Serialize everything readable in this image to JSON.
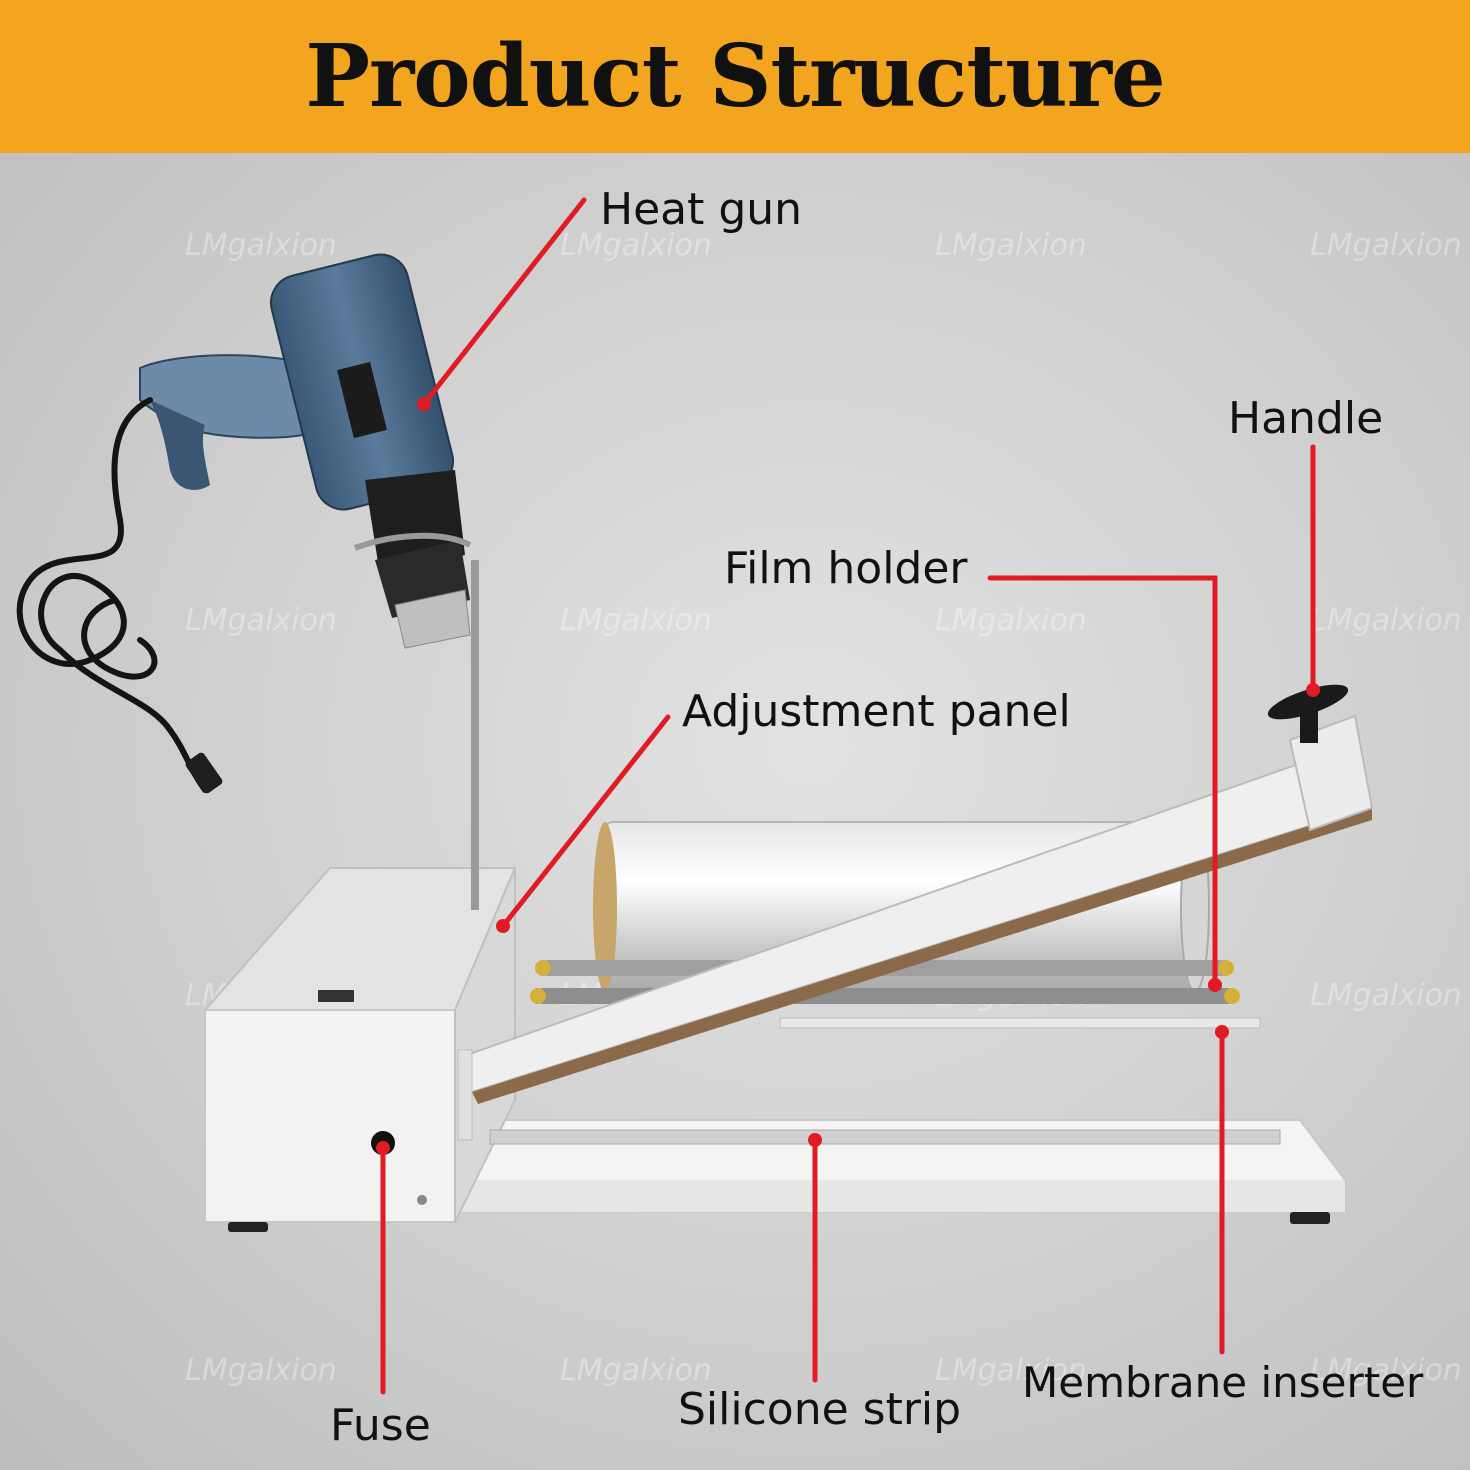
{
  "title": "Product Structure",
  "colors": {
    "banner": "#f4a520",
    "leader_line": "#e01b24",
    "machine_body": "#f3f3f3",
    "heat_gun": "#4a6a8a"
  },
  "watermark": "LMgalxion",
  "labels": {
    "heat_gun": "Heat gun",
    "handle": "Handle",
    "film_holder": "Film holder",
    "adjustment_panel": "Adjustment panel",
    "fuse": "Fuse",
    "silicone_strip": "Silicone strip",
    "membrane_inserter": "Membrane inserter"
  }
}
